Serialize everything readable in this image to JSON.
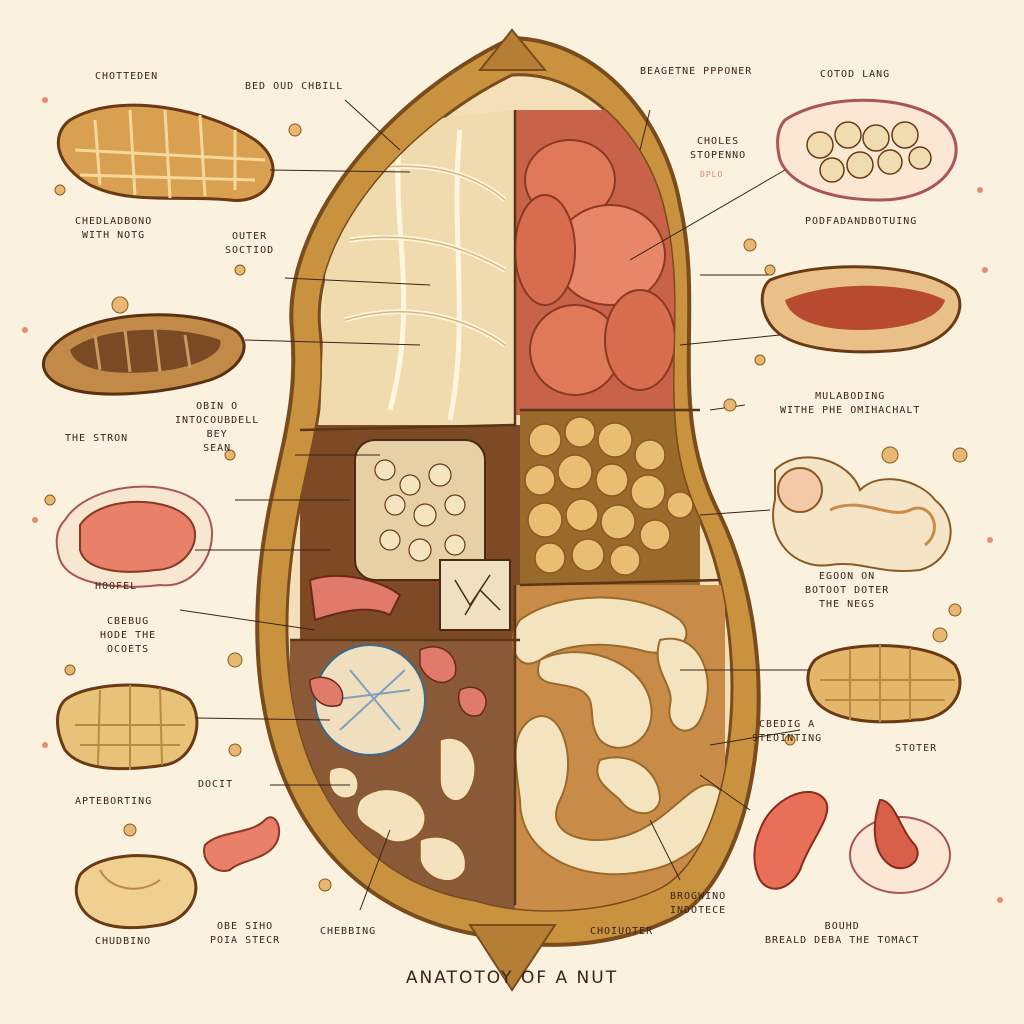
{
  "title": "ANATOTOY OF A NUT",
  "colors": {
    "background": "#fbf1df",
    "shell": "#c9923f",
    "shell_dark": "#8a5a24",
    "kernel": "#f1dcb0",
    "seed": "#e0795a",
    "ink": "#3a2417"
  },
  "labels": {
    "top_left_1": "CHOTTEDEN",
    "bed_shell": "BED OUD CHBILL",
    "top_center": "BEAGETNE PPPONER",
    "top_right": "COTOD LANG",
    "choles": "CHOLES\nSTOPENNO",
    "choles_sub": "DPLO",
    "cheladbono": "CHEDLADBONO\nWITH NOTG",
    "outer_section": "OUTER\nSOCTIOD",
    "podfac": "PODFADANDBOTUING",
    "the_stron": "THE STRON",
    "intoco": "OBIN O\nINTOCOUBDELL\nBEY\nSEAN",
    "mulabodino": "MULABODING\nWITHE PHE OMIHACHALT",
    "hoofel": "HOOFEL",
    "chepug": "CBEBUG\nHODE THE\nOCOETS",
    "egoon": "EGOON ON\nBOTOOT DOTER\nTHE NEGS",
    "arteb": "APTEBORTING",
    "doctt": "DOCIT",
    "cbebig": "CBEDIG A\nSTEOINTING",
    "stoter": "STOTER",
    "chudbino": "CHUDBINO",
    "oee_sitho": "OBE SIHO\nPOIA STECR",
    "cheebing": "CHEBBING",
    "choiuoter": "CHOIUOTER",
    "brogwino": "BROGWINO\nINDOTECE",
    "bound": "BOUHD\nBREALD DEBA THE TOMACT"
  }
}
